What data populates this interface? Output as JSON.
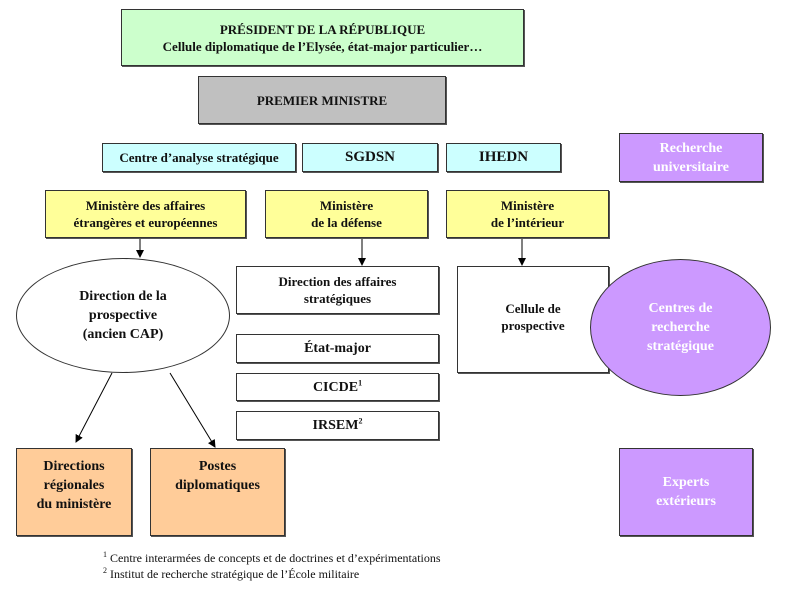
{
  "president": {
    "title": "PRÉSIDENT DE LA RÉPUBLIQUE",
    "subtitle": "Cellule diplomatique de l’Elysée, état-major particulier…"
  },
  "premier_ministre": "PREMIER MINISTRE",
  "agencies": [
    "Centre d’analyse stratégique",
    "SGDSN",
    "IHEDN"
  ],
  "recherche_universitaire": [
    "Recherche",
    "universitaire"
  ],
  "ministeres": {
    "mae": [
      "Ministère des affaires",
      "étrangères et européennes"
    ],
    "defense": [
      "Ministère",
      "de la défense"
    ],
    "interieur": [
      "Ministère",
      "de l’intérieur"
    ]
  },
  "mae_children": {
    "direction_prospective": [
      "Direction de la",
      "prospective",
      "(ancien CAP)"
    ],
    "directions_regionales": [
      "Directions",
      "régionales",
      "du ministère"
    ],
    "postes_diplomatiques": [
      "Postes",
      "diplomatiques"
    ]
  },
  "defense_children": {
    "das": [
      "Direction des affaires",
      "stratégiques"
    ],
    "etat_major": "État-major",
    "cicde": {
      "label": "CICDE",
      "note": "1"
    },
    "irsem": {
      "label": "IRSEM",
      "note": "2"
    }
  },
  "interieur_children": {
    "cellule": [
      "Cellule de",
      "prospective"
    ]
  },
  "centres_recherche": [
    "Centres de",
    "recherche",
    "stratégique"
  ],
  "experts": [
    "Experts",
    "extérieurs"
  ],
  "footnotes": [
    {
      "mark": "1",
      "text": "Centre interarmées de concepts et de doctrines et d’expérimentations"
    },
    {
      "mark": "2",
      "text": "Institut de recherche stratégique de l’École militaire"
    }
  ],
  "colors": {
    "president": "#ccffcc",
    "premier": "#c0c0c0",
    "agency": "#ccffff",
    "ministere": "#ffff99",
    "regional": "#ffcc99",
    "external": "#cc99ff"
  }
}
